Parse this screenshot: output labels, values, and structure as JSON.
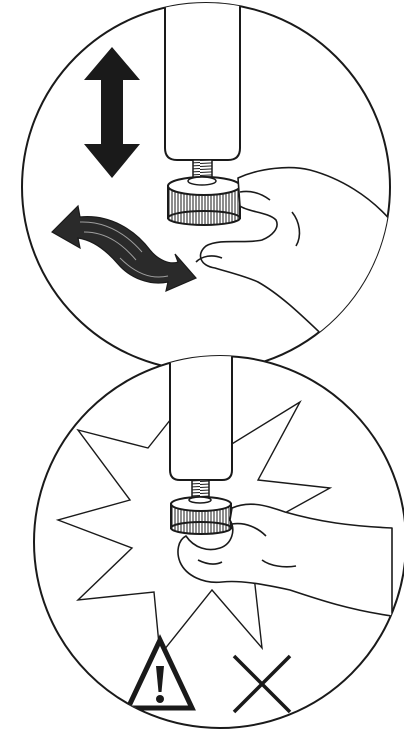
{
  "diagram": {
    "panels": [
      {
        "id": "correct-adjustment",
        "depicts": "adjusting-foot-by-hand",
        "icons": [
          "vertical-double-arrow-icon",
          "curved-rotation-arrow-icon"
        ]
      },
      {
        "id": "incorrect-adjustment",
        "depicts": "forcing-adjustment-foot",
        "icons": [
          "warning-triangle-icon",
          "cross-mark-icon"
        ]
      }
    ],
    "colors": {
      "line": "#1a1a1a",
      "fill_dark": "#1a1a1a",
      "background": "#ffffff"
    }
  }
}
